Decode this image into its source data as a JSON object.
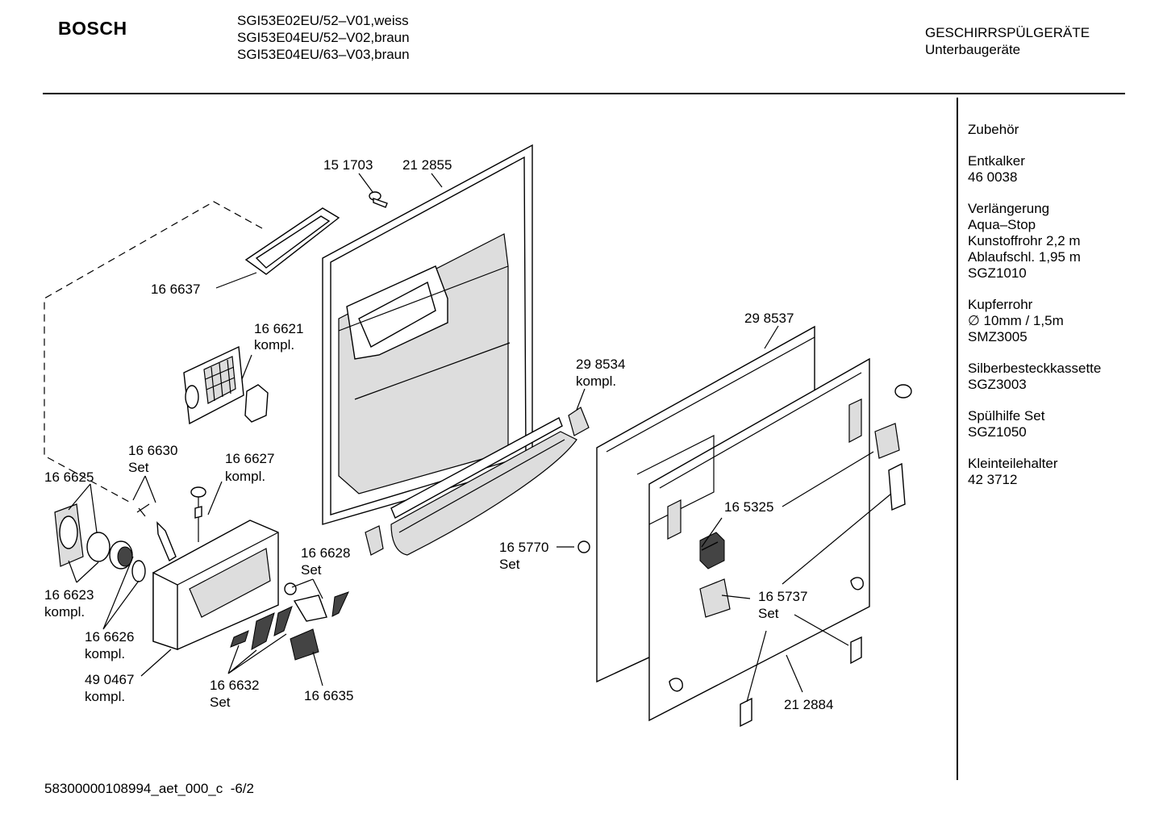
{
  "header": {
    "brand": "BOSCH",
    "models": [
      "SGI53E02EU/52–V01,weiss",
      "SGI53E04EU/52–V02,braun",
      "SGI53E04EU/63–V03,braun"
    ],
    "category": "GESCHIRRSPÜLGERÄTE",
    "subcategory": "Unterbaugeräte"
  },
  "accessories": [
    {
      "lines": [
        "Zubehör"
      ]
    },
    {
      "lines": [
        "Entkalker",
        "46 0038"
      ]
    },
    {
      "lines": [
        "Verlängerung",
        "Aqua–Stop",
        "Kunstoffrohr 2,2 m",
        "Ablaufschl. 1,95 m",
        "SGZ1010"
      ]
    },
    {
      "lines": [
        "Kupferrohr",
        "∅ 10mm / 1,5m",
        "SMZ3005"
      ]
    },
    {
      "lines": [
        "Silberbesteckkassette",
        "SGZ3003"
      ]
    },
    {
      "lines": [
        "Spülhilfe Set",
        "SGZ1050"
      ]
    },
    {
      "lines": [
        "Kleinteilehalter",
        "42 3712"
      ]
    }
  ],
  "parts": [
    {
      "id": "151703",
      "number": "15 1703",
      "note": ""
    },
    {
      "id": "212855",
      "number": "21 2855",
      "note": ""
    },
    {
      "id": "166637",
      "number": "16 6637",
      "note": ""
    },
    {
      "id": "166621",
      "number": "16 6621",
      "note": "kompl."
    },
    {
      "id": "298537",
      "number": "29 8537",
      "note": ""
    },
    {
      "id": "298534",
      "number": "29 8534",
      "note": "kompl."
    },
    {
      "id": "166630",
      "number": "16 6630",
      "note": "Set"
    },
    {
      "id": "166627",
      "number": "16 6627",
      "note": "kompl."
    },
    {
      "id": "166625",
      "number": "16 6625",
      "note": ""
    },
    {
      "id": "165325",
      "number": "16 5325",
      "note": ""
    },
    {
      "id": "166628",
      "number": "16 6628",
      "note": "Set"
    },
    {
      "id": "165770",
      "number": "16 5770",
      "note": "Set"
    },
    {
      "id": "166623",
      "number": "16 6623",
      "note": "kompl."
    },
    {
      "id": "165737",
      "number": "16 5737",
      "note": "Set"
    },
    {
      "id": "166626",
      "number": "16 6626",
      "note": "kompl."
    },
    {
      "id": "490467",
      "number": "49 0467",
      "note": "kompl."
    },
    {
      "id": "166632",
      "number": "16 6632",
      "note": "Set"
    },
    {
      "id": "166635",
      "number": "16 6635",
      "note": ""
    },
    {
      "id": "212884",
      "number": "21 2884",
      "note": ""
    }
  ],
  "footer": {
    "code": "58300000108994_aet_000_c",
    "page": "-6/2"
  }
}
